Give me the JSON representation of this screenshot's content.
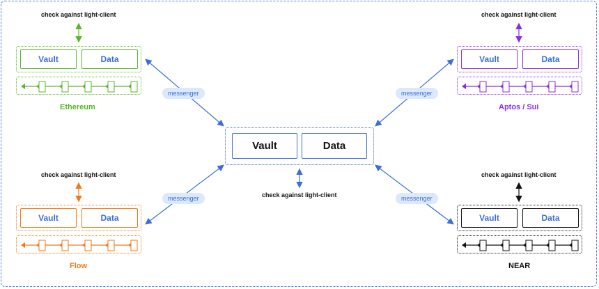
{
  "center": {
    "vault_label": "Vault",
    "data_label": "Data",
    "check_label": "check against light-client"
  },
  "messenger_label": "messenger",
  "chains": [
    {
      "id": "ethereum",
      "name": "Ethereum",
      "color": "#5bb52c",
      "vault_label": "Vault",
      "data_label": "Data",
      "check_label": "check against light-client"
    },
    {
      "id": "aptos-sui",
      "name": "Aptos / Sui",
      "color": "#8a2be2",
      "vault_label": "Vault",
      "data_label": "Data",
      "check_label": "check against light-client"
    },
    {
      "id": "flow",
      "name": "Flow",
      "color": "#f07a1a",
      "vault_label": "Vault",
      "data_label": "Data",
      "check_label": "check against light-client"
    },
    {
      "id": "near",
      "name": "NEAR",
      "color": "#111111",
      "vault_label": "Vault",
      "data_label": "Data",
      "check_label": "check against light-client"
    }
  ],
  "colors": {
    "accent": "#3b6fd8",
    "frame": "#4a7be0",
    "pill_bg": "#dce8fb"
  }
}
